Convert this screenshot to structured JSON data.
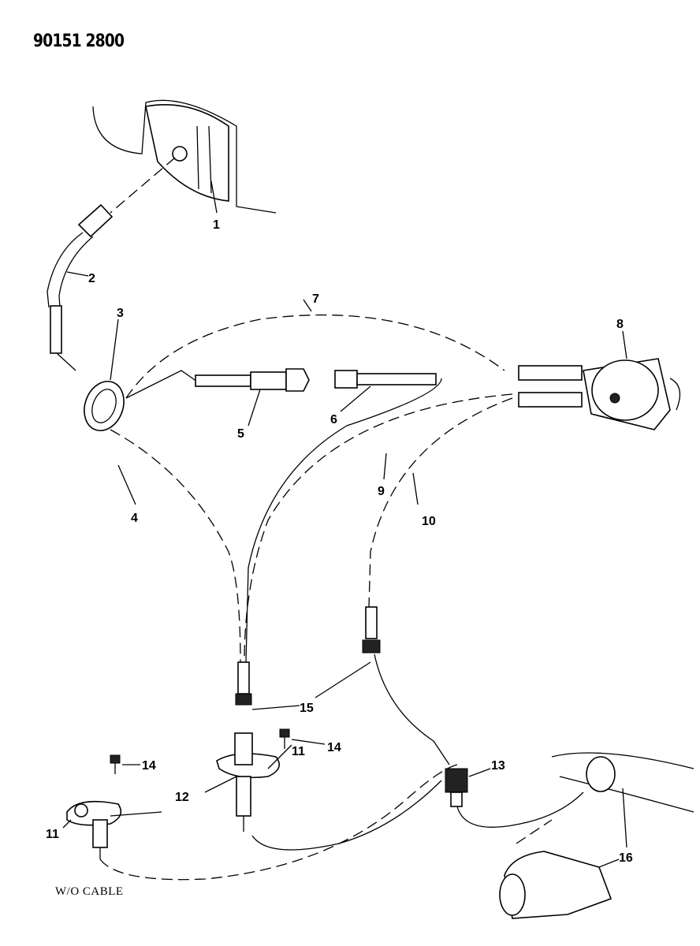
{
  "document_id": "90151 2800",
  "note": "W/O CABLE",
  "callouts": {
    "c1": "1",
    "c2": "2",
    "c3": "3",
    "c4": "4",
    "c5": "5",
    "c6": "6",
    "c7": "7",
    "c8": "8",
    "c9": "9",
    "c10": "10",
    "c11a": "11",
    "c11b": "11",
    "c12": "12",
    "c13": "13",
    "c14a": "14",
    "c14b": "14",
    "c15": "15",
    "c16": "16"
  }
}
